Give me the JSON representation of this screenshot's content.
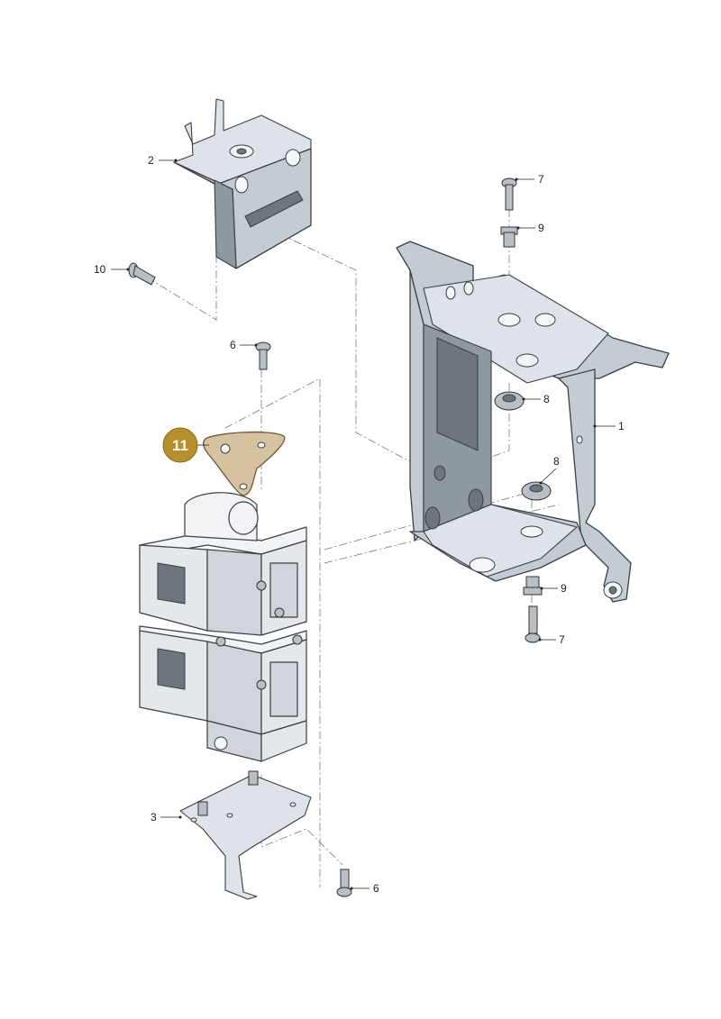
{
  "labels": {
    "l1": "1",
    "l2": "2",
    "l3": "3",
    "l6a": "6",
    "l6b": "6",
    "l7a": "7",
    "l7b": "7",
    "l8a": "8",
    "l8b": "8",
    "l9a": "9",
    "l9b": "9",
    "l10": "10"
  },
  "highlight": {
    "number": "11",
    "color": "#b5902a"
  }
}
